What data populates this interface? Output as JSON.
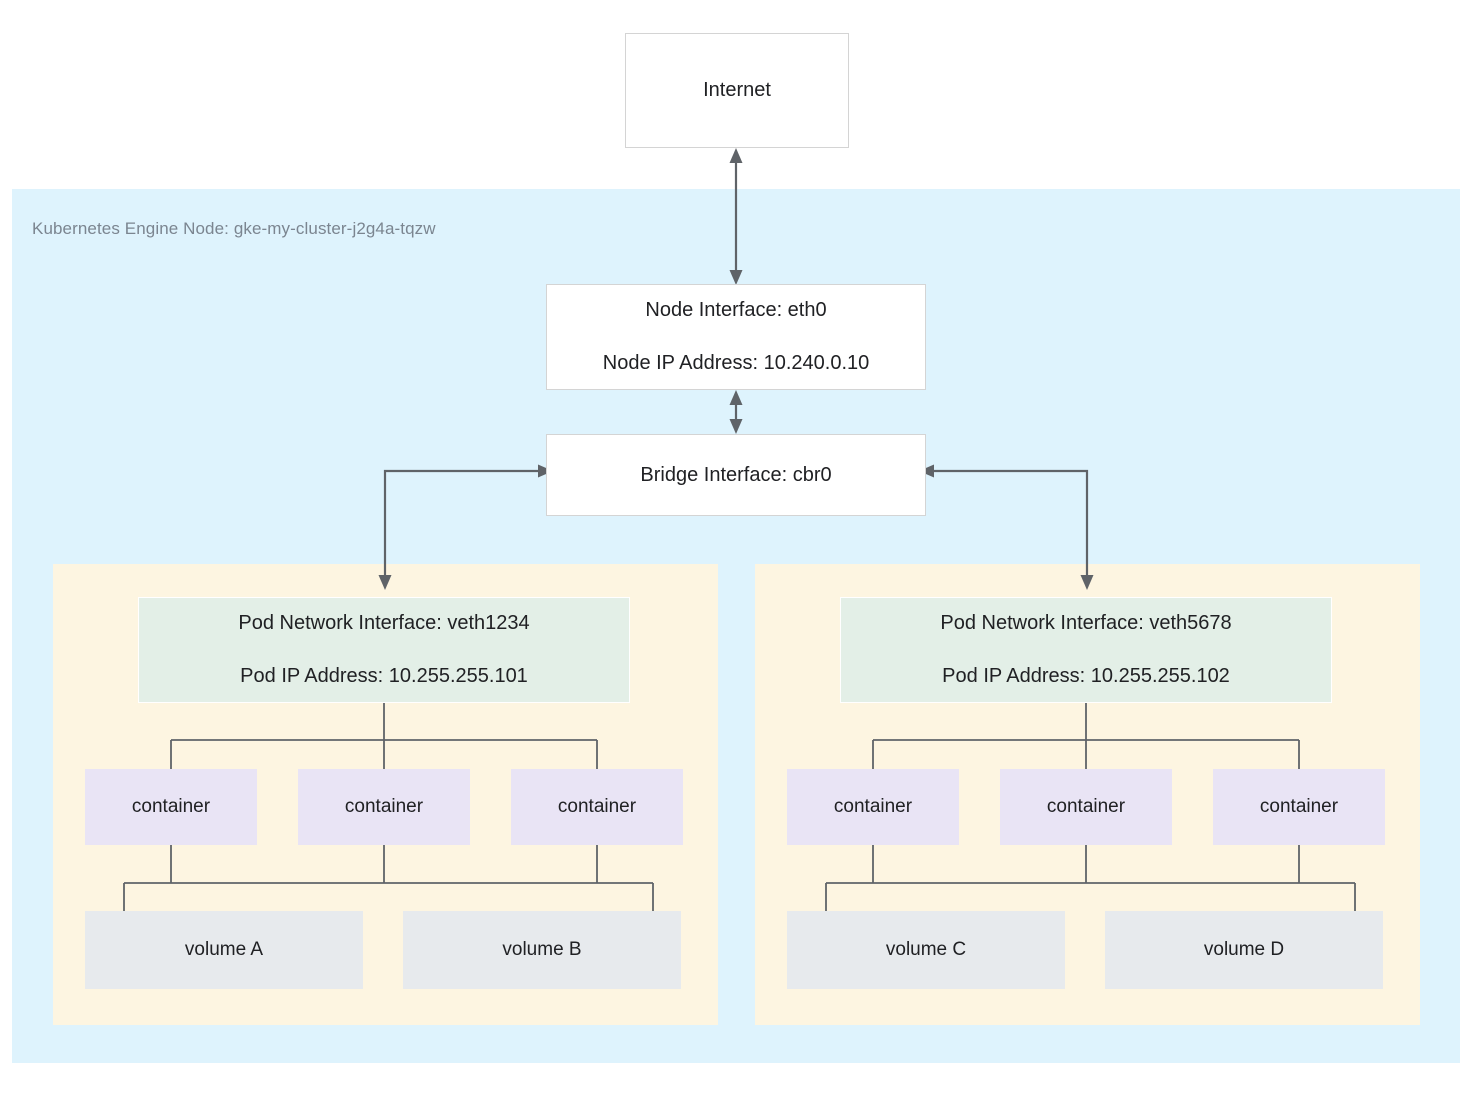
{
  "diagram": {
    "title": "Kubernetes Engine Node networking diagram",
    "colors": {
      "node_region_bg": "#def3fd",
      "pod_panel_bg": "#fdf5e1",
      "pod_iface_bg": "#e3efe7",
      "container_bg": "#e9e4f5",
      "volume_bg": "#e7eaed",
      "box_bg": "#ffffff",
      "box_border": "#d4d4d4",
      "connector": "#5f6368",
      "text": "#202124",
      "muted_text": "#7b8590"
    }
  },
  "internet": {
    "label": "Internet"
  },
  "node": {
    "region_label": "Kubernetes Engine Node: gke-my-cluster-j2g4a-tqzw",
    "interface": {
      "line1": "Node Interface: eth0",
      "line2": "Node IP Address: 10.240.0.10"
    },
    "bridge": {
      "label": "Bridge Interface: cbr0"
    }
  },
  "pods": [
    {
      "id": "pod-left",
      "network_interface": "Pod Network Interface: veth1234",
      "ip_address": "Pod IP Address: 10.255.255.101",
      "containers": [
        {
          "label": "container"
        },
        {
          "label": "container"
        },
        {
          "label": "container"
        }
      ],
      "volumes": [
        {
          "label": "volume A"
        },
        {
          "label": "volume B"
        }
      ]
    },
    {
      "id": "pod-right",
      "network_interface": "Pod Network Interface: veth5678",
      "ip_address": "Pod IP Address: 10.255.255.102",
      "containers": [
        {
          "label": "container"
        },
        {
          "label": "container"
        },
        {
          "label": "container"
        }
      ],
      "volumes": [
        {
          "label": "volume C"
        },
        {
          "label": "volume D"
        }
      ]
    }
  ],
  "connections": [
    {
      "from": "internet",
      "to": "node-interface",
      "direction": "bidirectional"
    },
    {
      "from": "node-interface",
      "to": "bridge-interface",
      "direction": "bidirectional"
    },
    {
      "from": "bridge-interface",
      "to": "pod-left-interface",
      "direction": "bidirectional"
    },
    {
      "from": "bridge-interface",
      "to": "pod-right-interface",
      "direction": "bidirectional"
    },
    {
      "from": "pod-left-interface",
      "to": "pod-left-containers",
      "direction": "none"
    },
    {
      "from": "pod-left-containers",
      "to": "pod-left-volumes",
      "direction": "none"
    },
    {
      "from": "pod-right-interface",
      "to": "pod-right-containers",
      "direction": "none"
    },
    {
      "from": "pod-right-containers",
      "to": "pod-right-volumes",
      "direction": "none"
    }
  ]
}
